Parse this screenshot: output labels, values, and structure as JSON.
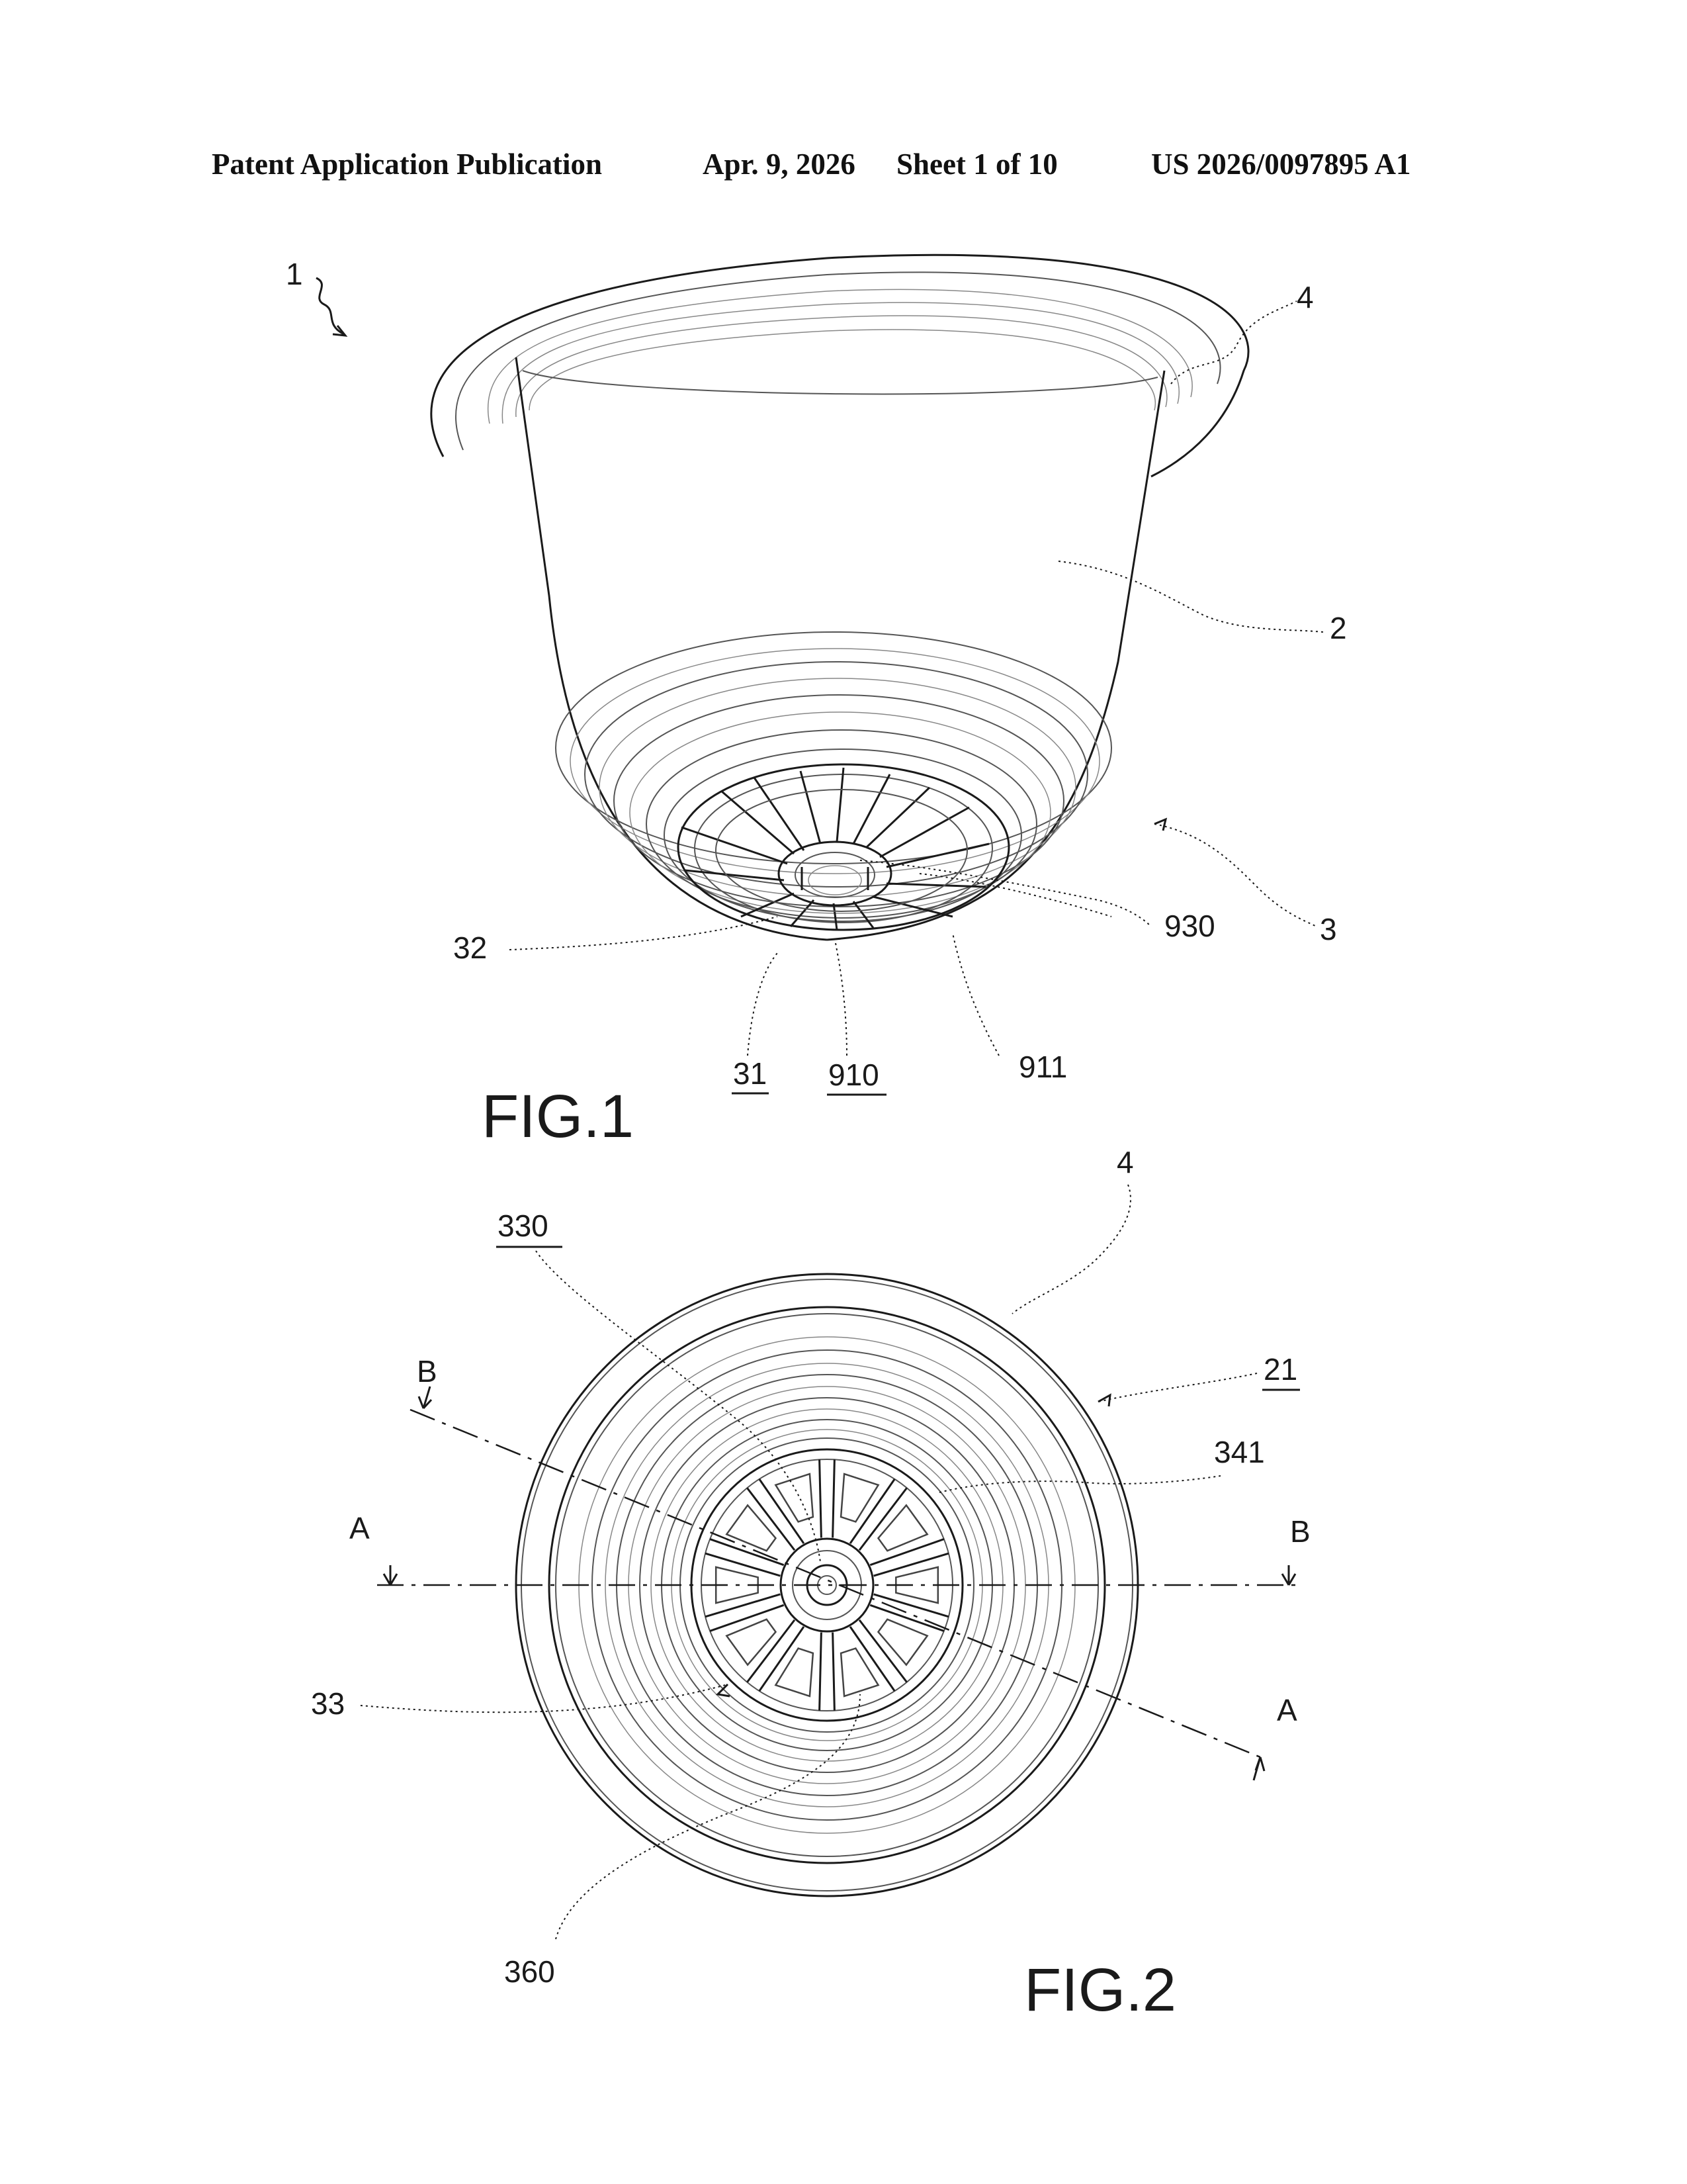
{
  "header": {
    "publication": "Patent Application Publication",
    "date": "Apr. 9, 2026",
    "sheet": "Sheet 1 of 10",
    "number": "US 2026/0097895 A1"
  },
  "figure1": {
    "title": "FIG.1",
    "labels": {
      "assembly": "1",
      "flange": "4",
      "body": "2",
      "bottom": "3",
      "hub": "32",
      "ribs": "930",
      "outlet_wall": "31",
      "outlet_plate": "910",
      "outlet_rim": "911"
    }
  },
  "figure2": {
    "title": "FIG.2",
    "labels": {
      "flange": "4",
      "ring_inner": "330",
      "cup_wall": "21",
      "rib": "341",
      "section_a_left": "A",
      "section_a_right": "A",
      "section_b_left": "B",
      "section_b_right": "B",
      "openings": "33",
      "hub": "360"
    }
  },
  "colors": {
    "ink": "#1a1a1a",
    "hatch": "#777777",
    "paper": "#ffffff"
  }
}
